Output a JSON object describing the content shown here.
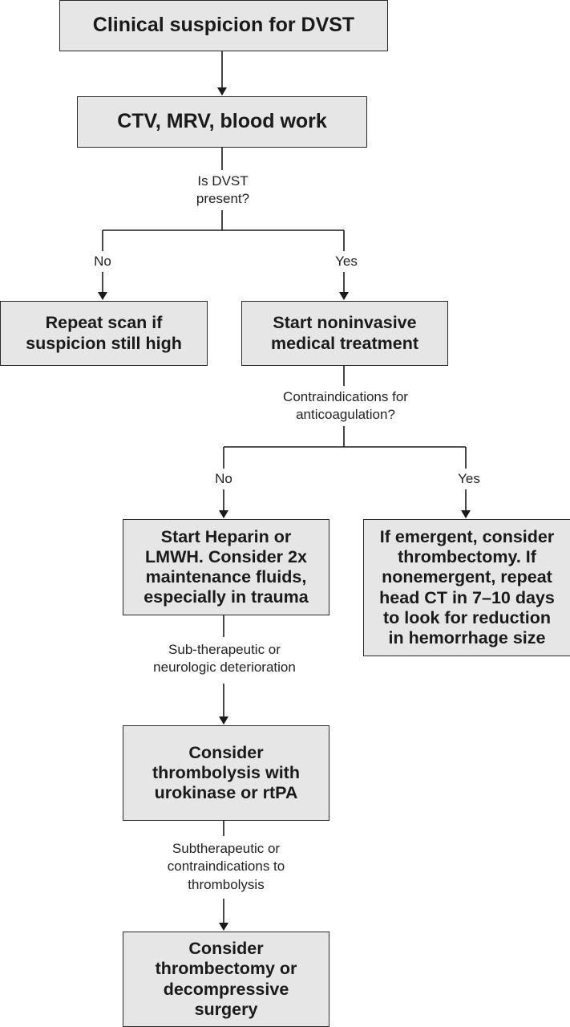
{
  "nodes": {
    "clinical_suspicion": "Clinical suspicion for DVST",
    "imaging": "CTV, MRV, blood work",
    "repeat_scan": "Repeat scan if\nsuspicion still high",
    "noninvasive": "Start noninvasive\nmedical treatment",
    "heparin": "Start Heparin or\nLMWH. Consider 2x\nmaintenance fluids,\nespecially in trauma",
    "emergent": "If emergent, consider\nthrombectomy. If\nnonemergent, repeat\nhead CT in 7–10 days\nto look for reduction\nin hemorrhage size",
    "thrombolysis": "Consider\nthrombolysis with\nurokinase or rtPA",
    "surgery": "Consider\nthrombectomy or\ndecompressive\nsurgery"
  },
  "edge_labels": {
    "dvst_present": "Is DVST\npresent?",
    "no_1": "No",
    "yes_1": "Yes",
    "contraindications": "Contraindications for\nanticoagulation?",
    "no_2": "No",
    "yes_2": "Yes",
    "deterioration": "Sub-therapeutic or\nneurologic deterioration",
    "subtherapeutic": "Subtherapeutic or\ncontraindications to\nthrombolysis"
  },
  "colors": {
    "box_fill": "#e6e6e6",
    "line": "#1a1a1a"
  }
}
